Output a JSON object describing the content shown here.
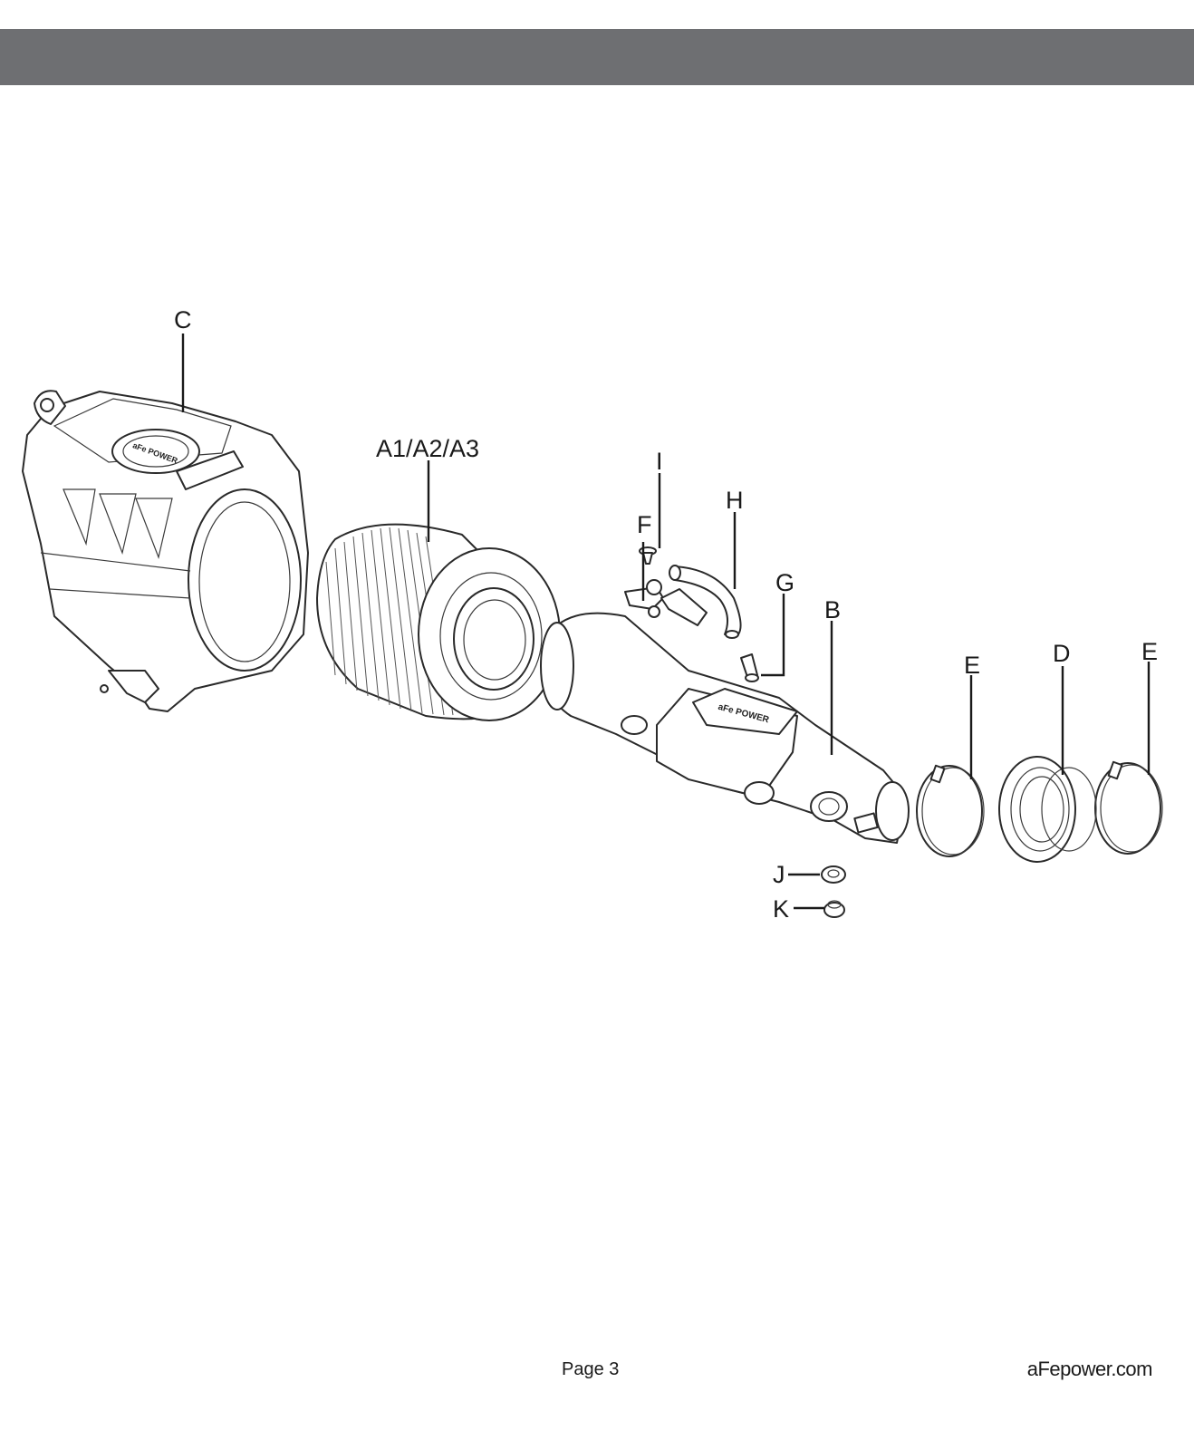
{
  "header": {
    "bar_color": "#6e6f72"
  },
  "callouts": [
    {
      "id": "C",
      "label": "C"
    },
    {
      "id": "A",
      "label": "A1/A2/A3"
    },
    {
      "id": "I",
      "label": "I"
    },
    {
      "id": "H",
      "label": "H"
    },
    {
      "id": "F",
      "label": "F"
    },
    {
      "id": "G",
      "label": "G"
    },
    {
      "id": "B",
      "label": "B"
    },
    {
      "id": "E1",
      "label": "E"
    },
    {
      "id": "D",
      "label": "D"
    },
    {
      "id": "E2",
      "label": "E"
    },
    {
      "id": "J",
      "label": "J"
    },
    {
      "id": "K",
      "label": "K"
    }
  ],
  "parts": {
    "airbox_logo": "aFe POWER",
    "tube_logo": "aFe POWER"
  },
  "footer": {
    "page": "Page 3",
    "site": "aFepower.com"
  }
}
